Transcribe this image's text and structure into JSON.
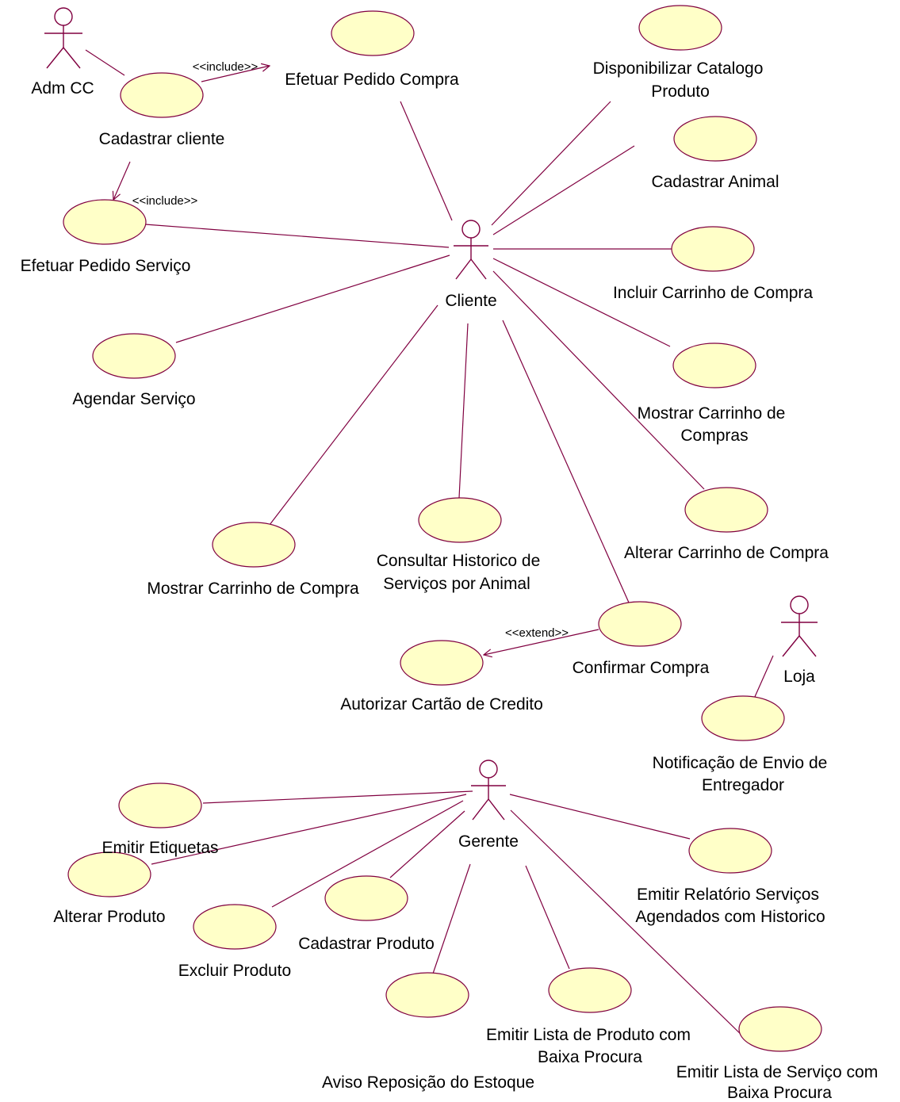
{
  "actors": {
    "adm_cc": "Adm CC",
    "cliente": "Cliente",
    "loja": "Loja",
    "gerente": "Gerente"
  },
  "use_cases": {
    "cadastrar_cliente": "Cadastrar cliente",
    "efetuar_pedido_compra": "Efetuar Pedido Compra",
    "disponibilizar_catalogo": [
      "Disponibilizar Catalogo",
      "Produto"
    ],
    "cadastrar_animal": "Cadastrar Animal",
    "efetuar_pedido_servico": "Efetuar Pedido Serviço",
    "incluir_carrinho": "Incluir Carrinho de Compra",
    "agendar_servico": "Agendar Serviço",
    "mostrar_carrinho_de_compras": [
      "Mostrar Carrinho de",
      "Compras"
    ],
    "alterar_carrinho": "Alterar Carrinho de Compra",
    "mostrar_carrinho_de_compra": "Mostrar Carrinho de Compra",
    "consultar_historico": [
      "Consultar Historico de",
      "Serviços por Animal"
    ],
    "confirmar_compra": "Confirmar Compra",
    "autorizar_cartao": "Autorizar Cartão de Credito",
    "notificacao_envio": [
      "Notificação de Envio de",
      "Entregador"
    ],
    "emitir_etiquetas": "Emitir Etiquetas",
    "alterar_produto": "Alterar Produto",
    "excluir_produto": "Excluir Produto",
    "cadastrar_produto": "Cadastrar Produto",
    "emitir_relatorio_servicos": [
      "Emitir Relatório Serviços",
      "Agendados com Historico"
    ],
    "aviso_reposicao": "Aviso Reposição do Estoque",
    "emitir_lista_produto": [
      "Emitir Lista de Produto com",
      "Baixa Procura"
    ],
    "emitir_lista_servico": [
      "Emitir Lista de Serviço com",
      "Baixa Procura"
    ]
  },
  "stereotypes": {
    "include_compra": "<<include>>",
    "include_servico": "<<include>>",
    "extend_cartao": "<<extend>>"
  },
  "colors": {
    "line": "#800040",
    "use_case_fill": "#ffffc8"
  }
}
